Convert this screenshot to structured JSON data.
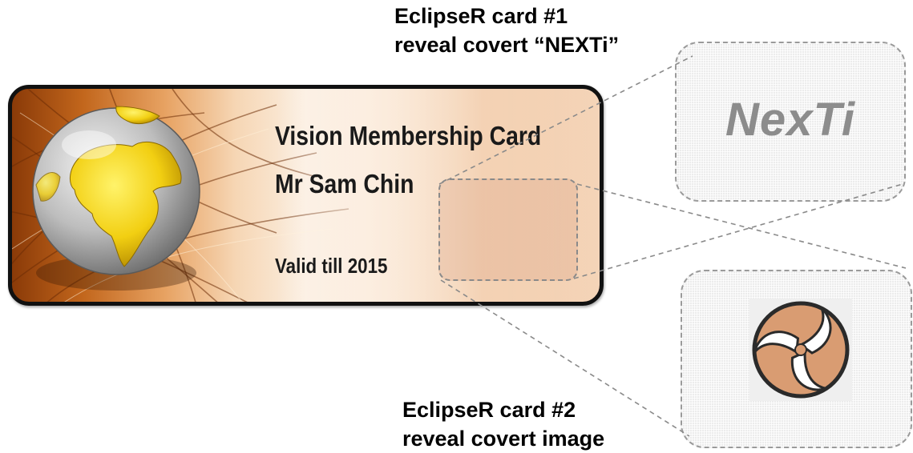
{
  "captions": {
    "card1": {
      "line1": "EclipseR card #1",
      "line2": "reveal covert “NEXTi”"
    },
    "card2": {
      "line1": "EclipseR card #2",
      "line2": "reveal covert image"
    }
  },
  "card": {
    "title": "Vision  Membership Card",
    "holder": "Mr Sam Chin",
    "valid": "Valid till 2015"
  },
  "reveals": {
    "text": "NexTi",
    "image_icon": "triple-swirl-logo-icon"
  },
  "colors": {
    "card_border": "#111111",
    "card_warm": "#c2661c",
    "globe_land": "#f2cf12",
    "globe_ocean": "#c9c9c9",
    "reveal_text": "#8c8c8c",
    "logo_fill": "#d99c72",
    "logo_ring": "#2a2a2a",
    "dashed_line": "#8a8a8a"
  }
}
